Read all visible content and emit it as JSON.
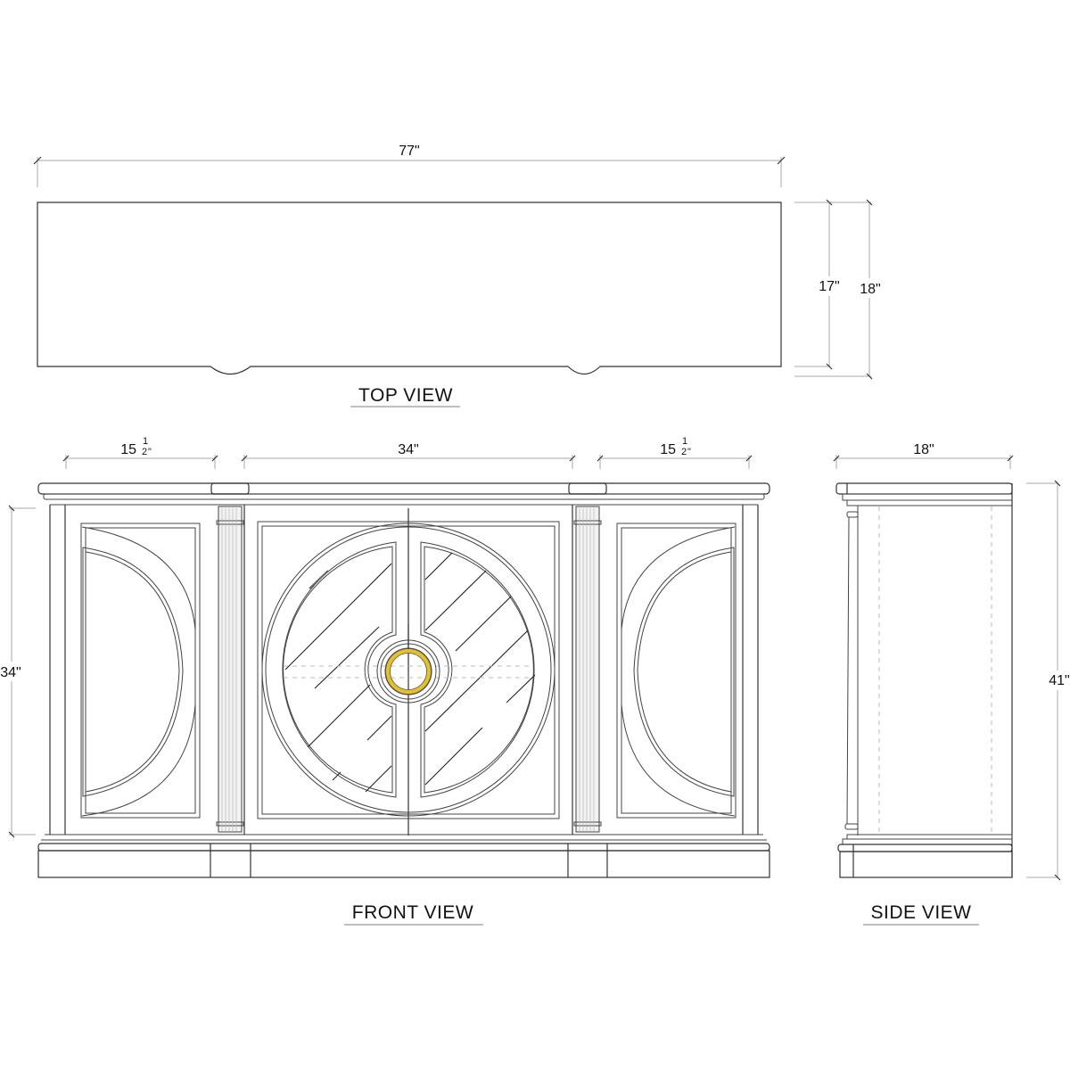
{
  "drawing": {
    "subject": "Sideboard / console cabinet technical drawing",
    "accent_color": "#e5c02a",
    "line_color": "#333333",
    "dimension_line_color": "#aaaaaa"
  },
  "top_view": {
    "label": "TOP VIEW",
    "width_label": "77\"",
    "depth_label_inner": "17\"",
    "depth_label_outer": "18\""
  },
  "front_view": {
    "label": "FRONT VIEW",
    "left_section_width": {
      "whole": "15",
      "num": "1",
      "den": "2",
      "unit": "\""
    },
    "center_section_width": "34\"",
    "right_section_width": {
      "whole": "15",
      "num": "1",
      "den": "2",
      "unit": "\""
    },
    "interior_height_label": "34\"",
    "hardware": "brass ring pull"
  },
  "side_view": {
    "label": "SIDE VIEW",
    "depth_label": "18\"",
    "height_label": "41\""
  }
}
